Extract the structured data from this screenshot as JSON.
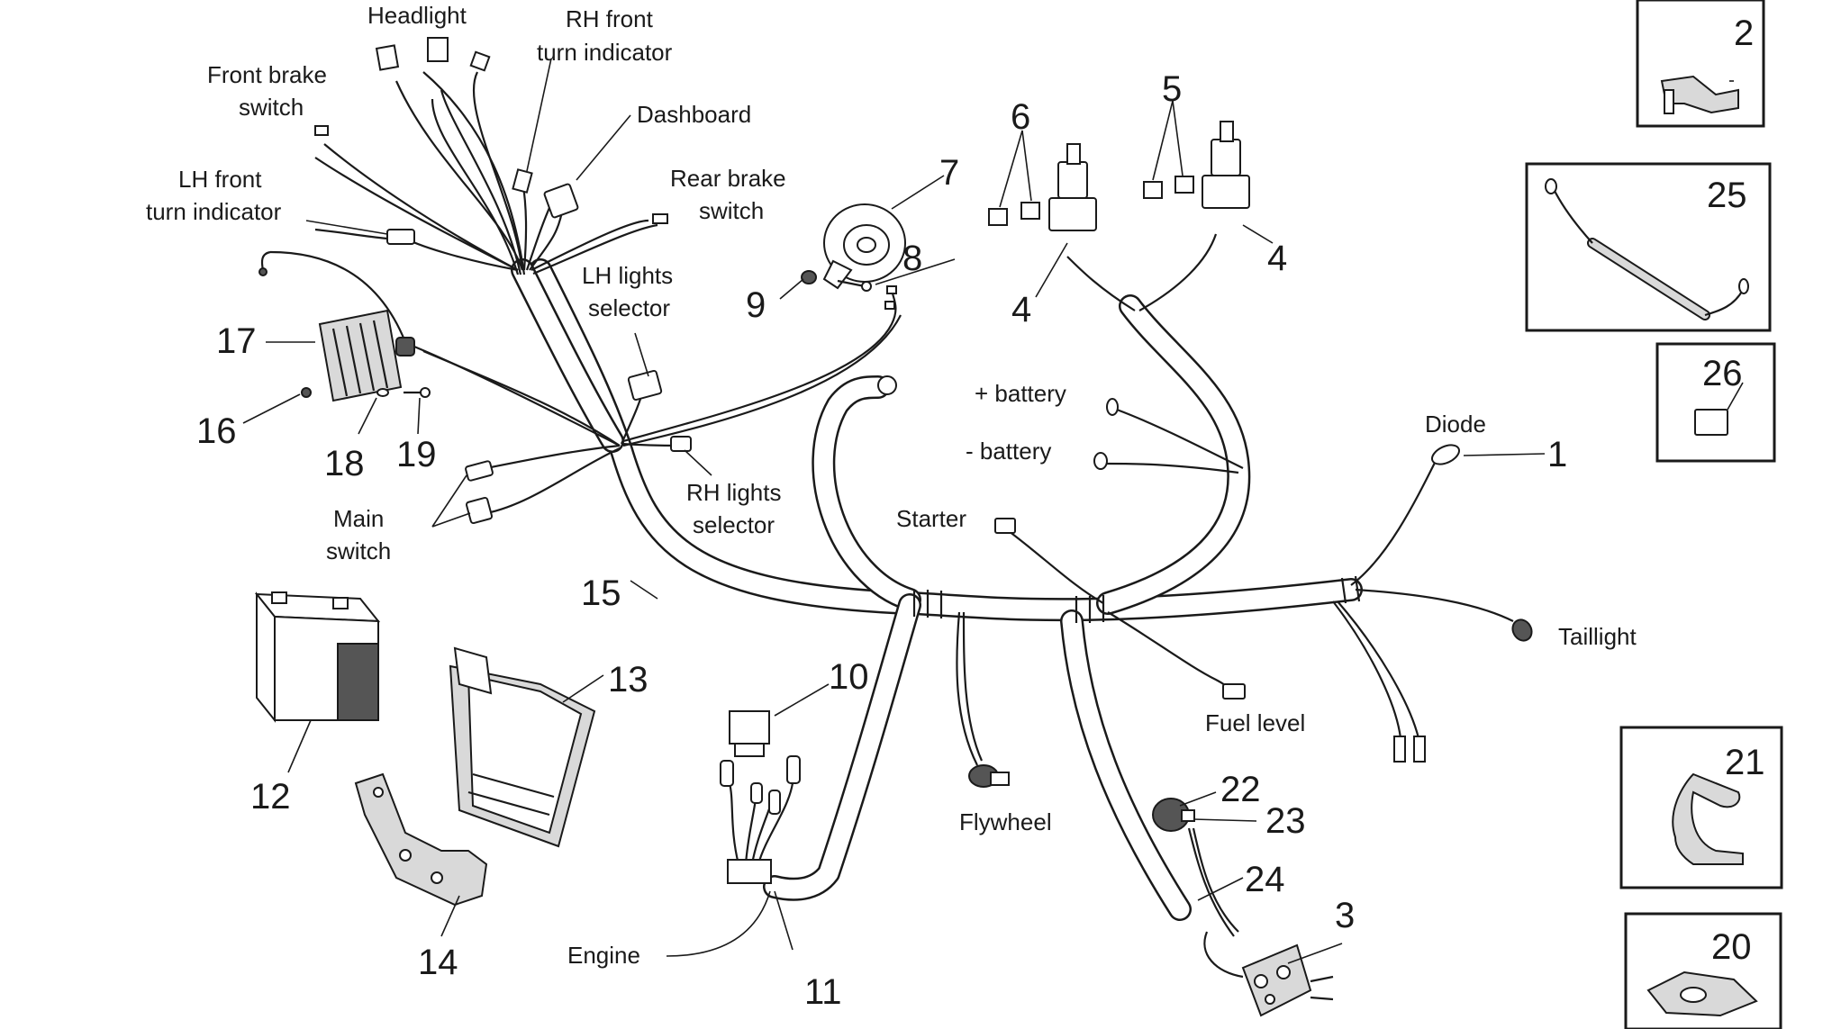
{
  "labels": {
    "headlight": "Headlight",
    "rh_front_turn_1": "RH front",
    "rh_front_turn_2": "turn indicator",
    "front_brake_1": "Front brake",
    "front_brake_2": "switch",
    "dashboard": "Dashboard",
    "lh_front_turn_1": "LH front",
    "lh_front_turn_2": "turn indicator",
    "rear_brake_1": "Rear brake",
    "rear_brake_2": "switch",
    "lh_lights_1": "LH lights",
    "lh_lights_2": "selector",
    "rh_lights_1": "RH lights",
    "rh_lights_2": "selector",
    "main_switch_1": "Main",
    "main_switch_2": "switch",
    "plus_battery": "+ battery",
    "minus_battery": "- battery",
    "starter": "Starter",
    "diode": "Diode",
    "taillight": "Taillight",
    "fuel_level": "Fuel level",
    "flywheel": "Flywheel",
    "engine": "Engine"
  },
  "numbers": {
    "n1": "1",
    "n2": "2",
    "n3": "3",
    "n4a": "4",
    "n4b": "4",
    "n5": "5",
    "n6": "6",
    "n7": "7",
    "n8": "8",
    "n9": "9",
    "n10": "10",
    "n11": "11",
    "n12": "12",
    "n13": "13",
    "n14": "14",
    "n15": "15",
    "n16": "16",
    "n17": "17",
    "n18": "18",
    "n19": "19",
    "n20": "20",
    "n21": "21",
    "n22": "22",
    "n23": "23",
    "n24": "24",
    "n25": "25",
    "n26": "26"
  }
}
